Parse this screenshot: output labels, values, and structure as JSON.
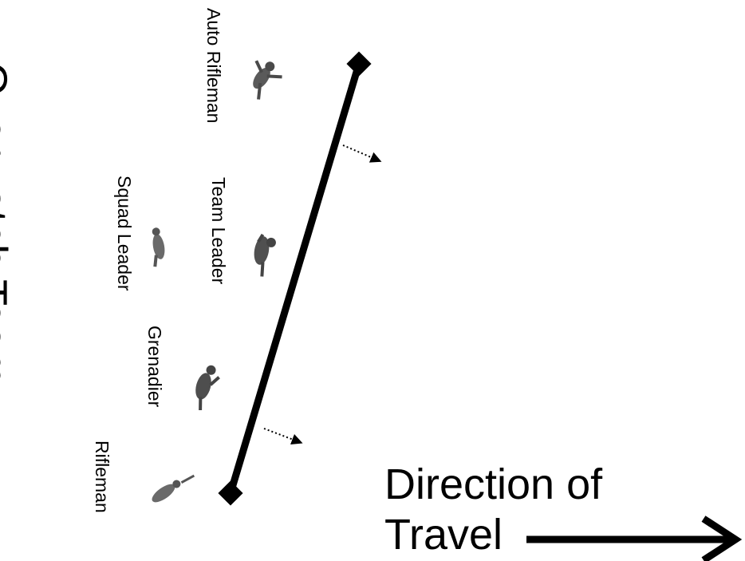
{
  "title": "Overwatch Team",
  "direction": {
    "line1": "Direction of",
    "line2": "Travel"
  },
  "soldiers": [
    {
      "label": "Auto Rifleman",
      "icon": "soldier-icon"
    },
    {
      "label": "Squad Leader",
      "icon": "soldier-icon"
    },
    {
      "label": "Team Leader",
      "icon": "soldier-icon"
    },
    {
      "label": "Grenadier",
      "icon": "soldier-icon"
    },
    {
      "label": "Rifleman",
      "icon": "soldier-icon"
    }
  ],
  "colors": {
    "ink": "#000000",
    "soldier": "#555555",
    "background": "#ffffff"
  }
}
